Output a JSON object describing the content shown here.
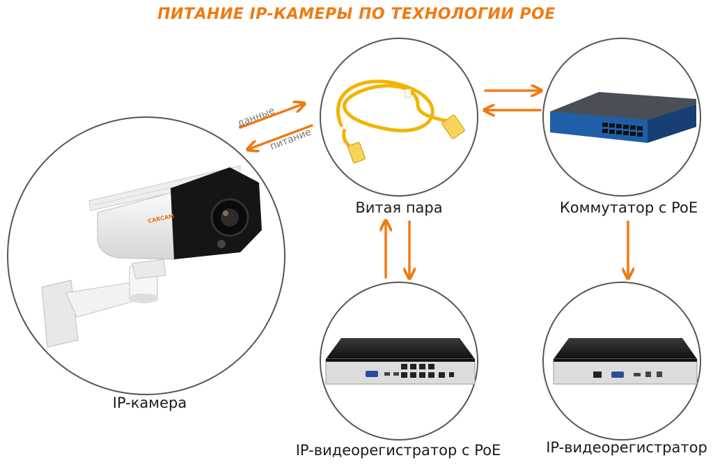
{
  "title": "ПИТАНИЕ IP-КАМЕРЫ ПО ТЕХНОЛОГИИ POE",
  "colors": {
    "accent": "#f07a10",
    "circle_stroke": "#555555"
  },
  "nodes": {
    "camera": {
      "label": "IP-камера",
      "brand": "CARCAM"
    },
    "cable": {
      "label": "Витая пара"
    },
    "switch": {
      "label": "Коммутатор с PoE"
    },
    "nvr_poe": {
      "label": "IP-видеорегистратор с PoE"
    },
    "nvr": {
      "label": "IP-видеорегистратор"
    }
  },
  "flows": {
    "data": "данные",
    "power": "питание"
  }
}
